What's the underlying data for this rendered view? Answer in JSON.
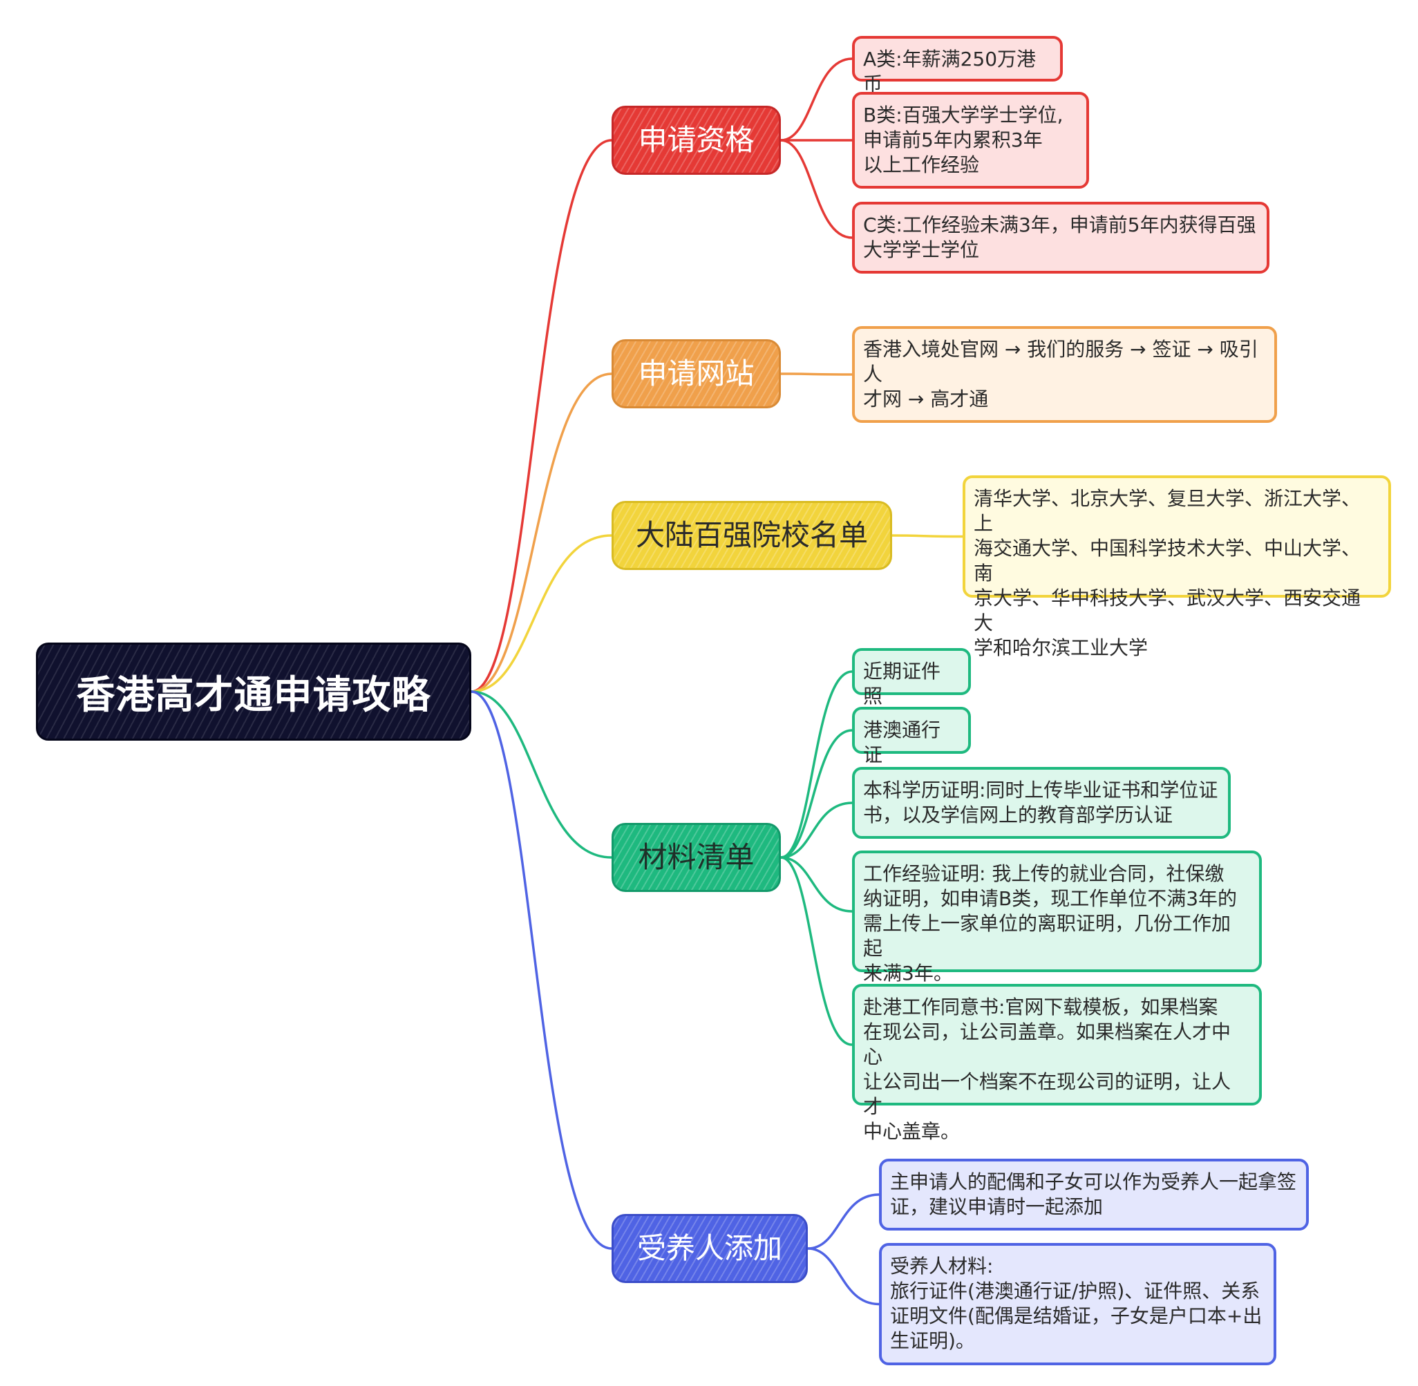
{
  "root": {
    "title": "香港高才通申请攻略"
  },
  "branches": [
    {
      "label": "申请资格",
      "leaves": [
        "A类:年薪满250万港币",
        "B类:百强大学学士学位,\n申请前5年内累积3年\n以上工作经验",
        "C类:工作经验未满3年，申请前5年内获得百强\n大学学士学位"
      ]
    },
    {
      "label": "申请网站",
      "leaves": [
        "香港入境处官网 → 我们的服务 → 签证 → 吸引\n人\n才网 → 高才通"
      ]
    },
    {
      "label": "大陆百强院校名单",
      "leaves": [
        "清华大学、北京大学、复旦大学、浙江大学、上\n海交通大学、中国科学技术大学、中山大学、南\n京大学、华中科技大学、武汉大学、西安交通大\n学和哈尔滨工业大学"
      ]
    },
    {
      "label": "材料清单",
      "leaves": [
        "近期证件照",
        "港澳通行证",
        "本科学历证明:同时上传毕业证书和学位证\n书，以及学信网上的教育部学历认证",
        "工作经验证明: 我上传的就业合同，社保缴\n纳证明，如申请B类，现工作单位不满3年的\n需上传上一家单位的离职证明，几份工作加起\n来满3年。",
        "赴港工作同意书:官网下载模板，如果档案\n在现公司，让公司盖章。如果档案在人才中心\n让公司出一个档案不在现公司的证明，让人才\n中心盖章。"
      ]
    },
    {
      "label": "受养人添加",
      "leaves": [
        "主申请人的配偶和子女可以作为受养人一起拿签\n证，建议申请时一起添加",
        "受养人材料:\n旅行证件(港澳通行证/护照)、证件照、关系\n证明文件(配偶是结婚证，子女是户口本+出\n生证明)。"
      ]
    }
  ],
  "colors": {
    "root_bg": "#10112e",
    "red": "#e53935",
    "orange": "#f0a04b",
    "yellow": "#f2d43c",
    "green": "#1eb97f",
    "blue": "#4f63e4"
  }
}
